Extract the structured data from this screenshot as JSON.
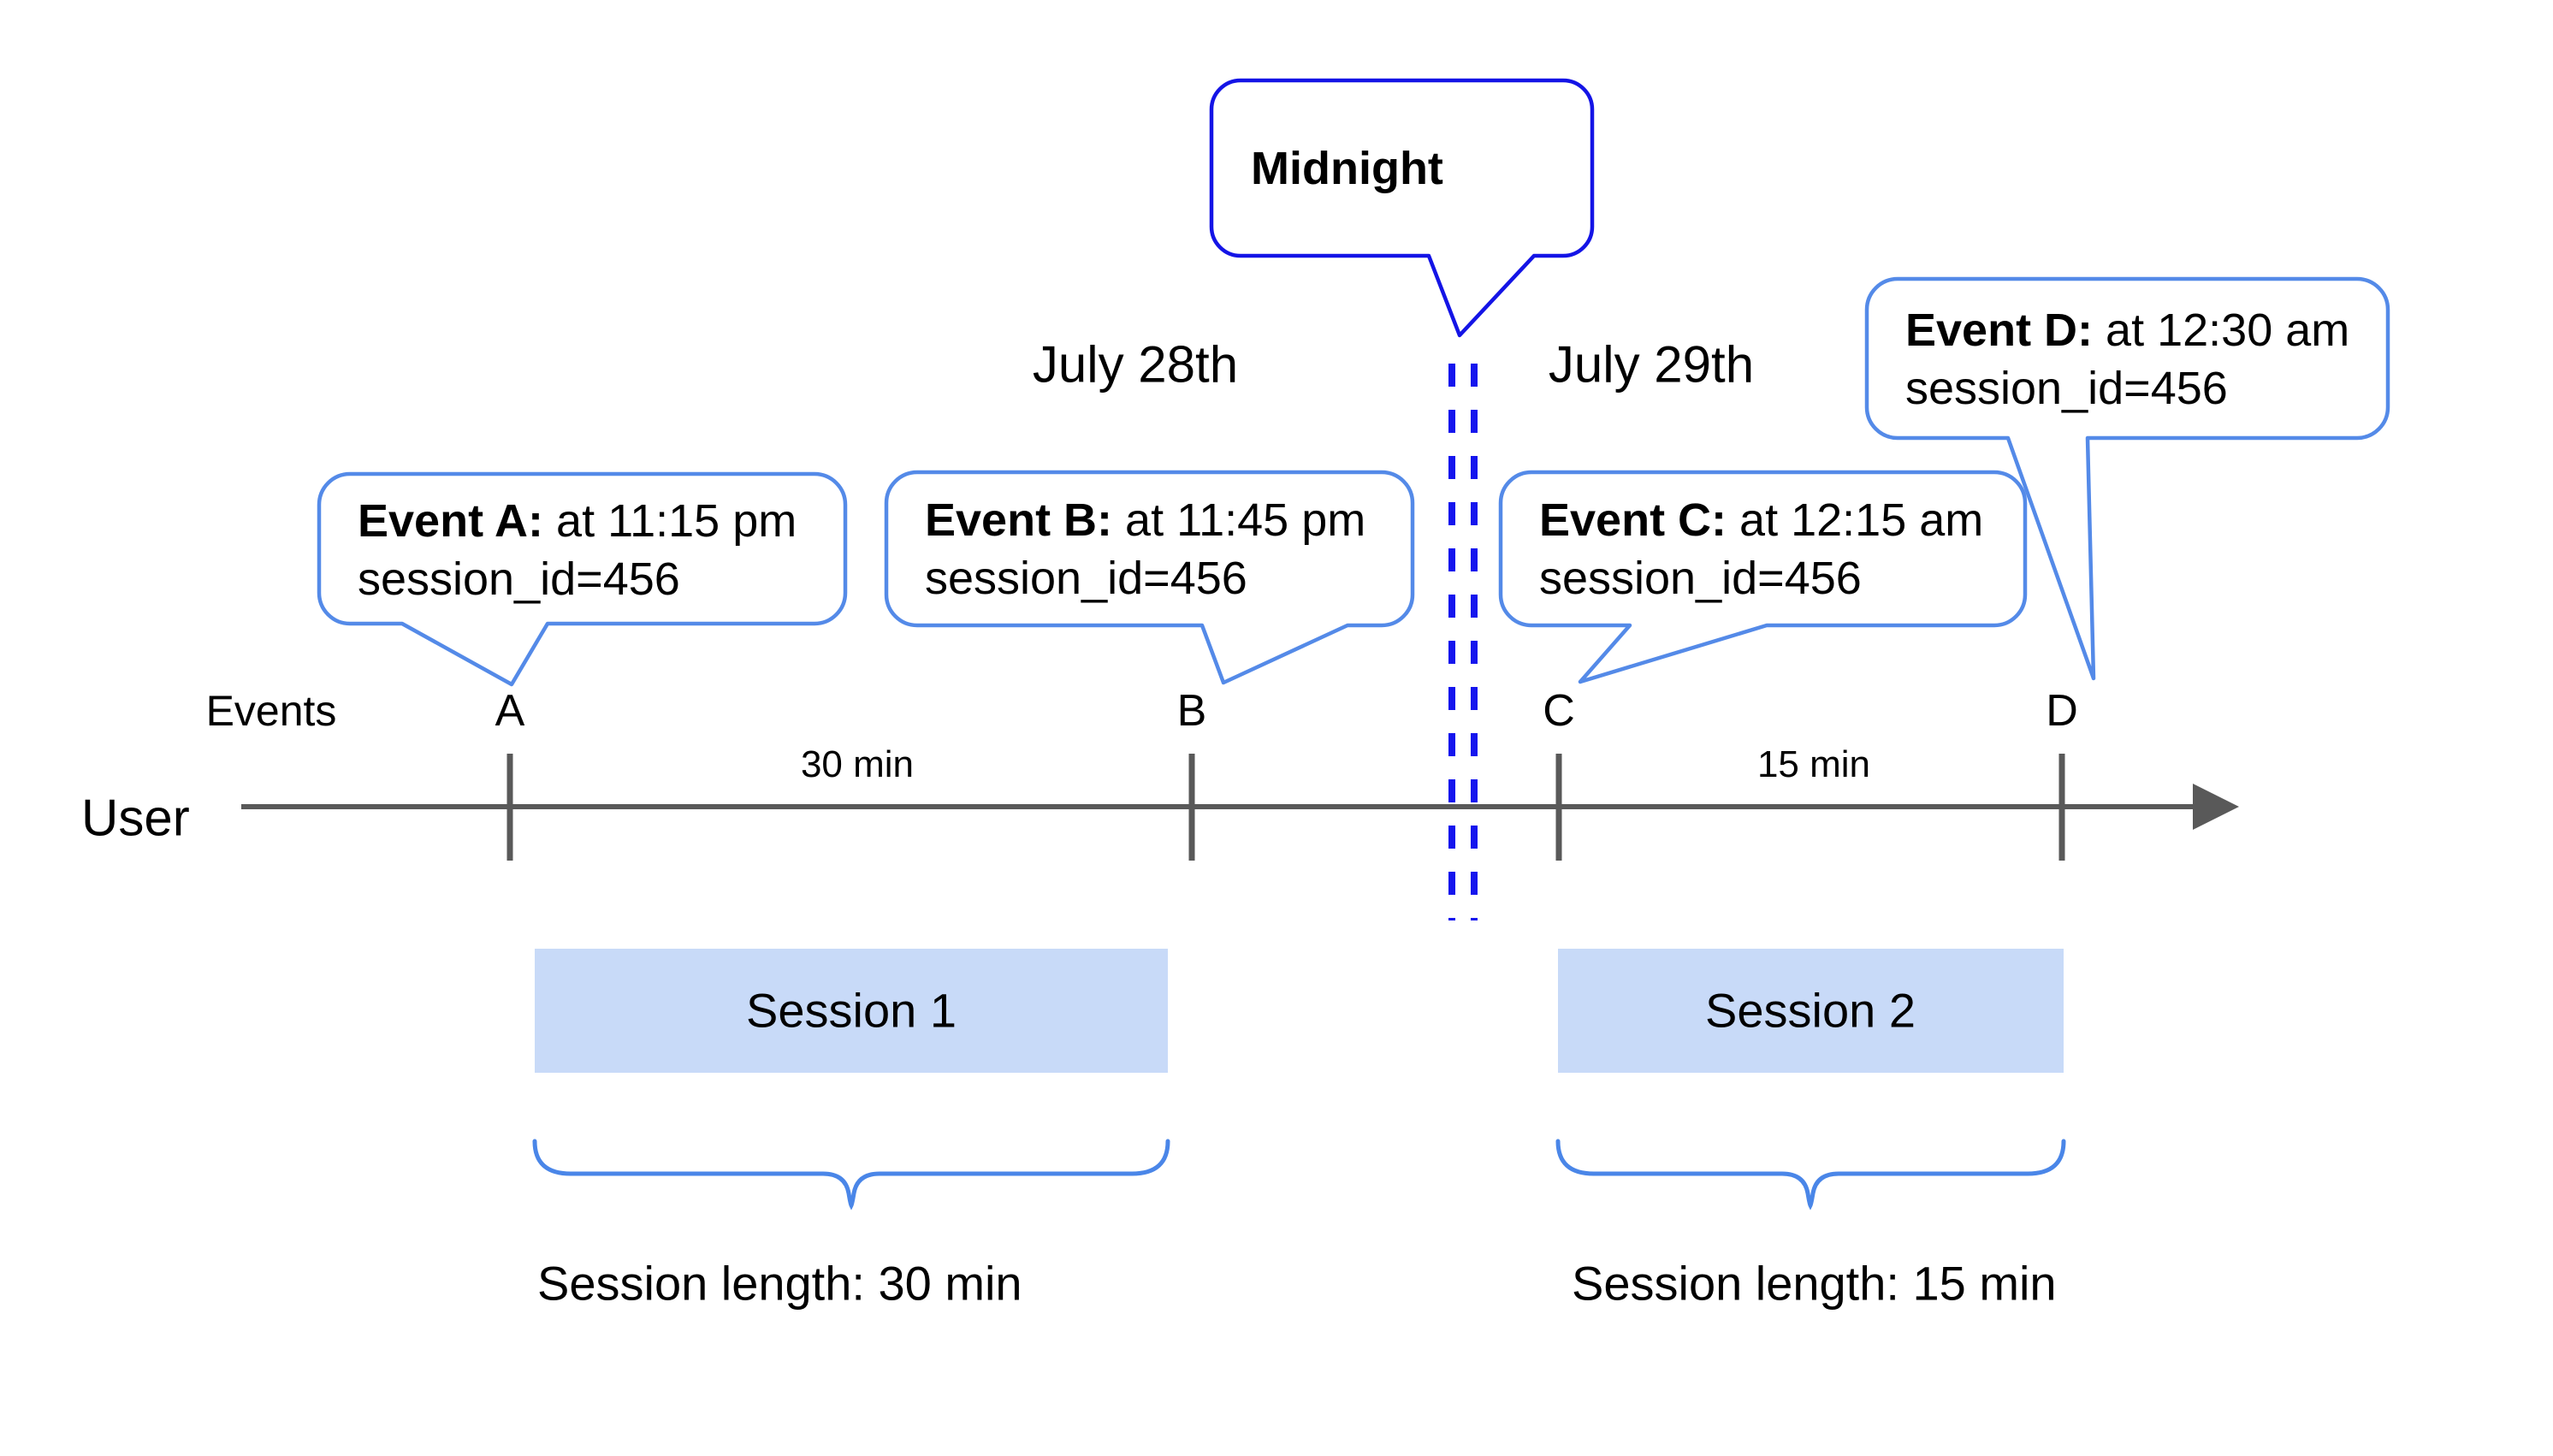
{
  "midnight": {
    "label": "Midnight"
  },
  "dates": {
    "before": "July 28th",
    "after": "July 29th"
  },
  "axis": {
    "events_label": "Events",
    "user_label": "User"
  },
  "markers": [
    "A",
    "B",
    "C",
    "D"
  ],
  "events": [
    {
      "name": "Event A:",
      "time": " at 11:15 pm",
      "session": "session_id=456"
    },
    {
      "name": "Event B:",
      "time": " at 11:45 pm",
      "session": "session_id=456"
    },
    {
      "name": "Event C:",
      "time": " at 12:15 am",
      "session": "session_id=456"
    },
    {
      "name": "Event D:",
      "time": " at 12:30 am",
      "session": "session_id=456"
    }
  ],
  "durations": [
    "30 min",
    "15 min"
  ],
  "sessions": [
    {
      "label": "Session 1",
      "length": "Session length: 30 min"
    },
    {
      "label": "Session 2",
      "length": "Session length: 15 min"
    }
  ],
  "colors": {
    "callout_border": "#548ae8",
    "midnight_border": "#1414e6",
    "dashed_line": "#1515ee",
    "session_fill": "#c8daf8",
    "axis_gray": "#595959",
    "brace_blue": "#4a86e8"
  }
}
